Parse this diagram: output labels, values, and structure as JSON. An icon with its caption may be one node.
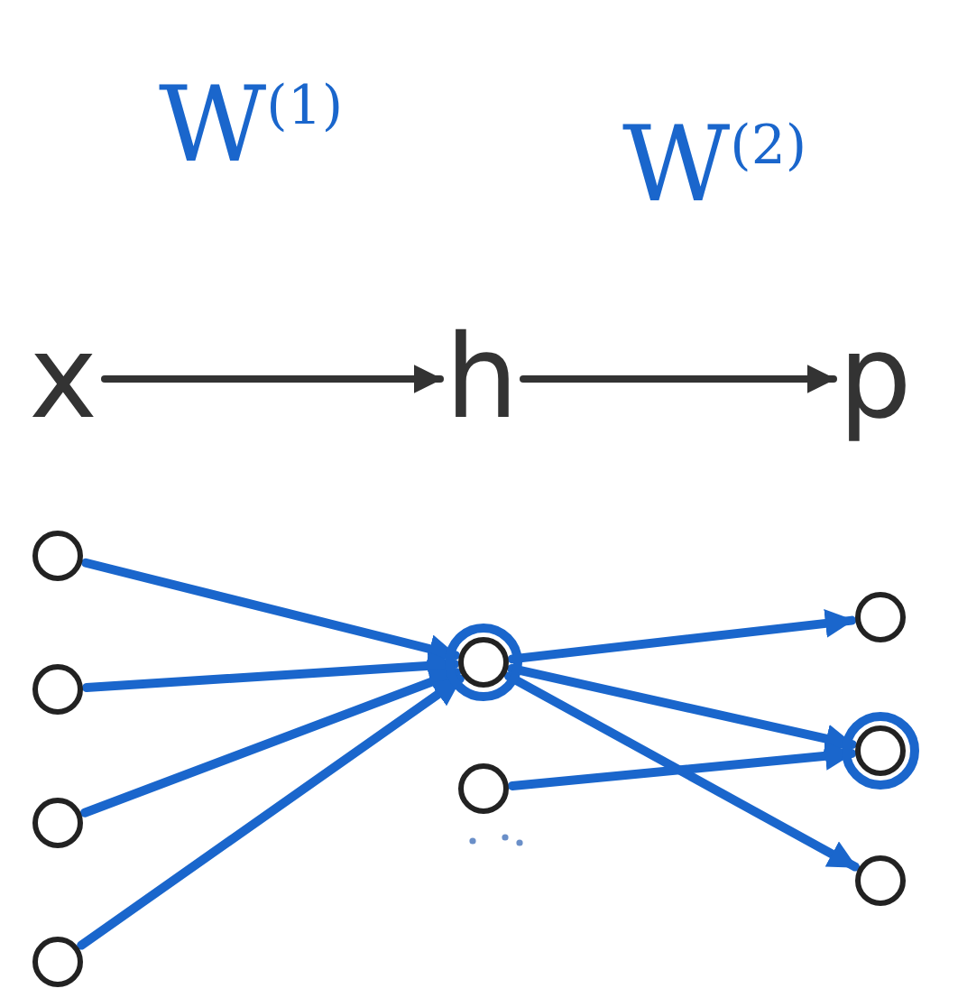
{
  "diagram": {
    "nodes": [
      {
        "text": [
          "x"
        ]
      },
      {
        "text": [
          "h"
        ]
      },
      {
        "text": [
          "p"
        ]
      },
      {
        "text": [],
        "shape": "circle"
      },
      {
        "text": [],
        "shape": "circle"
      },
      {
        "text": [],
        "shape": "circle"
      },
      {
        "text": [],
        "shape": "circle"
      },
      {
        "text": [],
        "shape": "circle"
      },
      {
        "text": [],
        "shape": "circle"
      },
      {
        "text": [],
        "shape": "circle"
      },
      {
        "text": [],
        "shape": "circle"
      },
      {
        "text": [],
        "shape": "circle"
      }
    ],
    "edges": [
      {
        "from": 0,
        "to": 1,
        "arrow": "to",
        "color": "#333333"
      },
      {
        "from": 1,
        "to": 2,
        "arrow": "to",
        "color": "#333333"
      },
      {
        "from": 3,
        "to": 7,
        "arrow": "to"
      },
      {
        "from": 4,
        "to": 7,
        "arrow": "to"
      },
      {
        "from": 5,
        "to": 7,
        "arrow": "to"
      },
      {
        "from": 6,
        "to": 7,
        "arrow": "to"
      },
      {
        "from": 7,
        "to": 9,
        "arrow": "to"
      },
      {
        "from": 7,
        "to": 10,
        "arrow": "to"
      },
      {
        "from": 7,
        "to": 11,
        "arrow": "to"
      },
      {
        "from": 8,
        "to": 10,
        "arrow": "to"
      }
    ],
    "labels": [
      "W$^{(1)}$",
      "W$^{(2)}$"
    ]
  }
}
